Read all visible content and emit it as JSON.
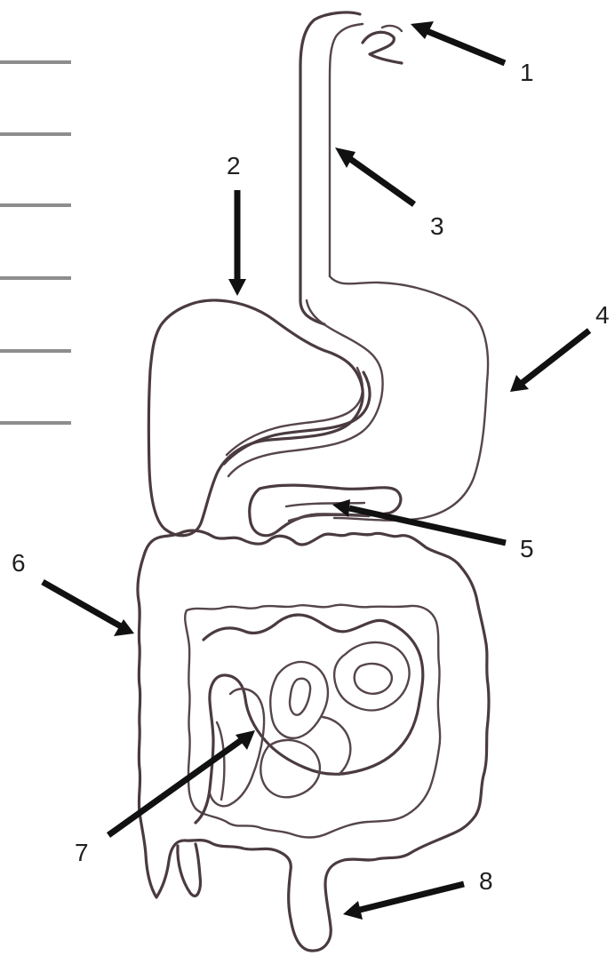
{
  "answer_blanks": [
    {
      "id": "blank-1",
      "text": ""
    },
    {
      "id": "blank-2",
      "text": ""
    },
    {
      "id": "blank-3",
      "text": ""
    },
    {
      "id": "blank-4",
      "text": ""
    },
    {
      "id": "blank-5",
      "text": ""
    },
    {
      "id": "blank-6",
      "text": ""
    }
  ],
  "labels": [
    {
      "number": "1"
    },
    {
      "number": "2"
    },
    {
      "number": "3"
    },
    {
      "number": "4"
    },
    {
      "number": "5"
    },
    {
      "number": "6"
    },
    {
      "number": "7"
    },
    {
      "number": "8"
    }
  ],
  "colors": {
    "line": "#4a3b3f",
    "arrow": "#111111",
    "blank_line": "#8d8d8d"
  }
}
